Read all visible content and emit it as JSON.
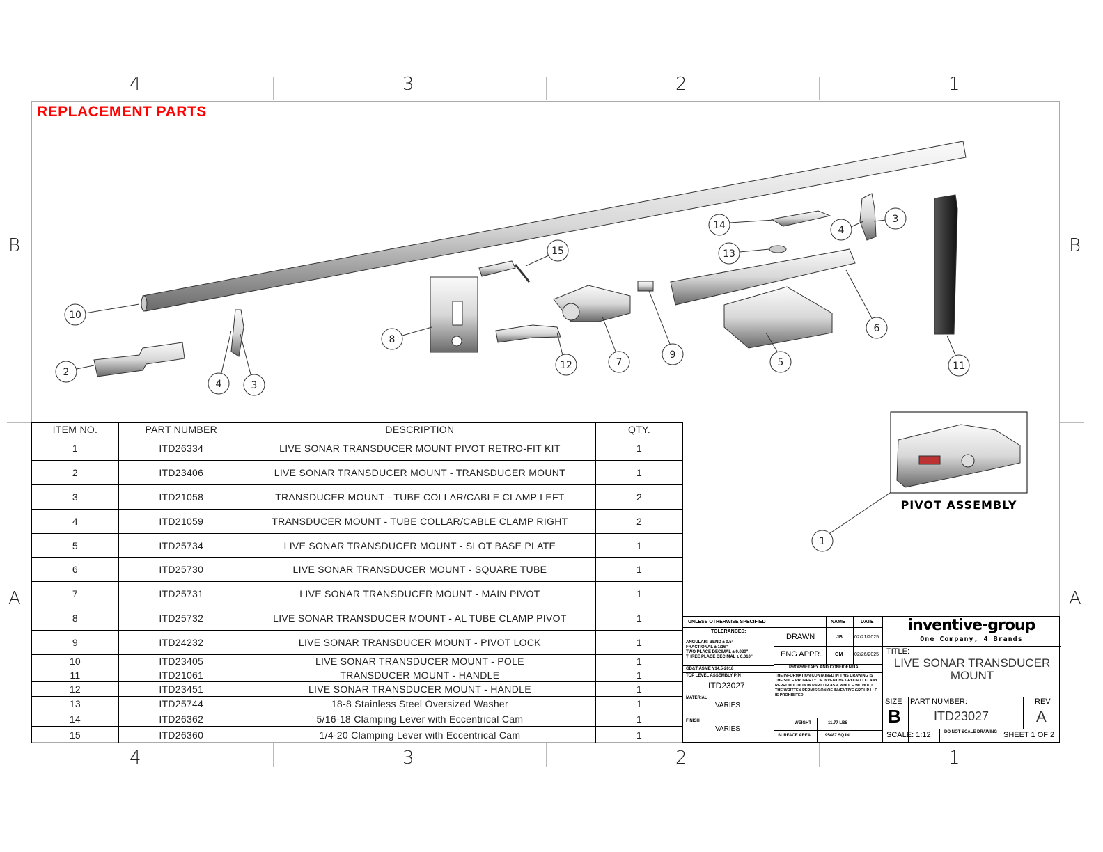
{
  "title": "REPLACEMENT PARTS",
  "zones": {
    "columns": [
      "4",
      "3",
      "2",
      "1"
    ],
    "rows": [
      "B",
      "A"
    ]
  },
  "callouts": {
    "c10": "10",
    "c2": "2",
    "c4a": "4",
    "c3a": "3",
    "c8": "8",
    "c15": "15",
    "c12": "12",
    "c7": "7",
    "c9": "9",
    "c14": "14",
    "c13": "13",
    "c5": "5",
    "c6": "6",
    "c4b": "4",
    "c3b": "3",
    "c11": "11",
    "c1": "1"
  },
  "inset_label": "PIVOT ASSEMBLY",
  "bom": {
    "headers": [
      "ITEM NO.",
      "PART NUMBER",
      "DESCRIPTION",
      "QTY."
    ],
    "rows": [
      [
        "1",
        "ITD26334",
        "LIVE SONAR TRANSDUCER MOUNT PIVOT RETRO-FIT KIT",
        "1"
      ],
      [
        "2",
        "ITD23406",
        "LIVE SONAR TRANSDUCER MOUNT - TRANSDUCER MOUNT",
        "1"
      ],
      [
        "3",
        "ITD21058",
        "TRANSDUCER MOUNT -  TUBE COLLAR/CABLE CLAMP LEFT",
        "2"
      ],
      [
        "4",
        "ITD21059",
        "TRANSDUCER MOUNT -  TUBE COLLAR/CABLE CLAMP RIGHT",
        "2"
      ],
      [
        "5",
        "ITD25734",
        "LIVE SONAR TRANSDUCER MOUNT - SLOT BASE PLATE",
        "1"
      ],
      [
        "6",
        "ITD25730",
        "LIVE SONAR TRANSDUCER MOUNT - SQUARE TUBE",
        "1"
      ],
      [
        "7",
        "ITD25731",
        "LIVE SONAR TRANSDUCER MOUNT - MAIN PIVOT",
        "1"
      ],
      [
        "8",
        "ITD25732",
        "LIVE SONAR TRANSDUCER MOUNT - AL TUBE CLAMP PIVOT",
        "1"
      ],
      [
        "9",
        "ITD24232",
        "LIVE SONAR TRANSDUCER MOUNT - PIVOT LOCK",
        "1"
      ],
      [
        "10",
        "ITD23405",
        "LIVE SONAR TRANSDUCER MOUNT - POLE",
        "1"
      ],
      [
        "11",
        "ITD21061",
        "TRANSDUCER MOUNT - HANDLE",
        "1"
      ],
      [
        "12",
        "ITD23451",
        "LIVE SONAR TRANSDUCER MOUNT - HANDLE",
        "1"
      ],
      [
        "13",
        "ITD25744",
        "18-8 Stainless Steel Oversized Washer",
        "1"
      ],
      [
        "14",
        "ITD26362",
        "5/16-18 Clamping Lever with Eccentrical Cam",
        "1"
      ],
      [
        "15",
        "ITD26360",
        "1/4-20 Clamping Lever with Eccentrical Cam",
        "1"
      ]
    ]
  },
  "title_block": {
    "unless": "UNLESS OTHERWISE SPECIFIED",
    "tolerances": "TOLERANCES:",
    "tol_lines": [
      "ANGULAR:      BEND  ±  0.5°",
      "FRACTIONAL         ±  1/16\"",
      "TWO PLACE DECIMAL  ±  0.020\"",
      "THREE PLACE DECIMAL ±  0.010\""
    ],
    "gdt": "GD&T ASME Y14.5-2018",
    "top_level_label": "TOP LEVEL ASSEMBLY P/N",
    "top_level_value": "ITD23027",
    "material_label": "MATERIAL",
    "material_value": "VARIES",
    "finish_label": "FINISH",
    "finish_value": "VARIES",
    "name_header": "NAME",
    "date_header": "DATE",
    "drawn_label": "DRAWN",
    "drawn_name": "JB",
    "drawn_date": "02/21/2025",
    "eng_label": "ENG APPR.",
    "eng_name": "GM",
    "eng_date": "02/26/2025",
    "proprietary": "PROPRIETARY AND CONFIDENTIAL",
    "prop_text": "THE INFORMATION CONTAINED IN THIS DRAWING IS THE SOLE PROPERTY OF INVENTIVE GROUP LLC. ANY REPRODUCTION IN PART OR AS A WHOLE WITHOUT THE WRITTEN PERMISSION OF INVENTIVE GROUP LLC. IS PROHIBITED.",
    "weight_label": "WEIGHT",
    "weight_value": "11.77   LBS",
    "area_label": "SURFACE AREA",
    "area_value": "95487   SQ IN",
    "logo": "inventive-group",
    "tagline": "One Company, 4 Brands",
    "title_label": "TITLE:",
    "title_value": "LIVE SONAR TRANSDUCER MOUNT",
    "size_label": "SIZE",
    "size_value": "B",
    "pn_label": "PART NUMBER:",
    "pn_value": "ITD23027",
    "rev_label": "REV",
    "rev_value": "A",
    "scale": "SCALE: 1:12",
    "noscale": "DO NOT SCALE DRAWING",
    "sheet": "SHEET 1 OF 2"
  }
}
